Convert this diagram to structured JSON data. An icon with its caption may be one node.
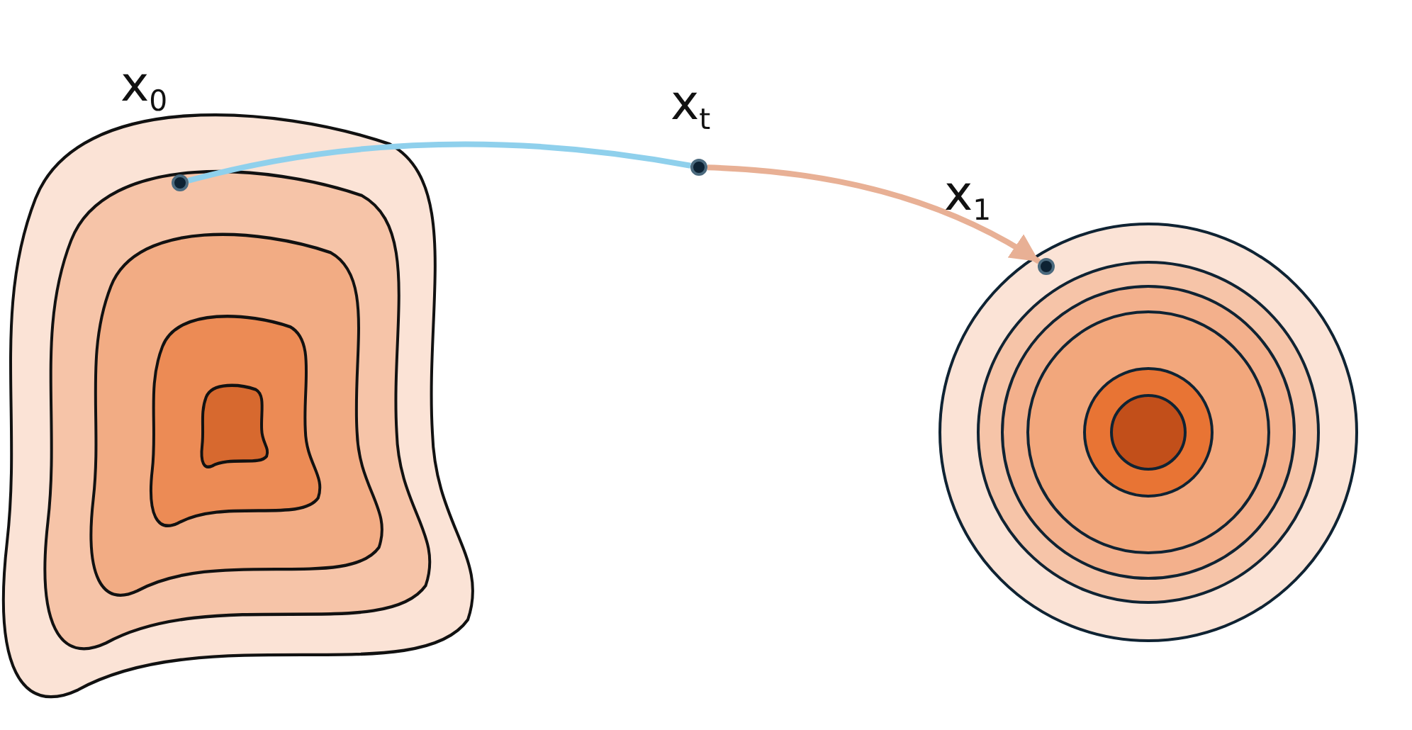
{
  "diagram": {
    "nodes": [
      {
        "text": [
          "x$_{0}$"
        ]
      },
      {
        "text": [],
        "shape": "circle",
        "in": 0
      },
      {
        "text": [],
        "shape": "circle",
        "beside": [
          "x$_{t}$"
        ]
      },
      {
        "text": [],
        "shape": "circle"
      },
      {
        "text": [],
        "shape": "circle",
        "in": 3,
        "beside": [
          "x$_{1}$"
        ]
      }
    ],
    "edges": [
      {
        "from": 1,
        "to": 2,
        "arrow": "none",
        "color": "#8fd0ec"
      },
      {
        "from": 2,
        "to": 4,
        "arrow": "to",
        "color": "#e8b095"
      }
    ]
  }
}
